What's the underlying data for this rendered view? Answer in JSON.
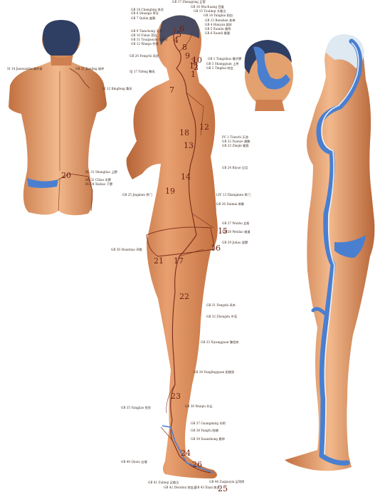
{
  "colors": {
    "skin_light": "#f0b184",
    "skin_mid": "#d98755",
    "skin_dark": "#b56437",
    "hair": "#2f3f63",
    "meridian": "#4a7fd0",
    "channel_line": "#7a2a18",
    "label_text": "#3a2a22"
  },
  "numbers": [
    {
      "id": "n1",
      "text": "1"
    },
    {
      "id": "n2",
      "text": "2"
    },
    {
      "id": "n3",
      "text": "3"
    },
    {
      "id": "n4",
      "text": "4"
    },
    {
      "id": "n5",
      "text": "5"
    },
    {
      "id": "n6",
      "text": "6"
    },
    {
      "id": "n7",
      "text": "7"
    },
    {
      "id": "n8",
      "text": "8"
    },
    {
      "id": "n9",
      "text": "9"
    },
    {
      "id": "n10",
      "text": "10"
    },
    {
      "id": "n11",
      "text": "11"
    },
    {
      "id": "n12",
      "text": "12"
    },
    {
      "id": "n13",
      "text": "13"
    },
    {
      "id": "n14",
      "text": "14"
    },
    {
      "id": "n15",
      "text": "15"
    },
    {
      "id": "n16",
      "text": "16"
    },
    {
      "id": "n17",
      "text": "17"
    },
    {
      "id": "n18",
      "text": "18"
    },
    {
      "id": "n19",
      "text": "19"
    },
    {
      "id": "n20",
      "text": "20"
    },
    {
      "id": "n21",
      "text": "21"
    },
    {
      "id": "n22",
      "text": "22"
    },
    {
      "id": "n23",
      "text": "23"
    },
    {
      "id": "n24",
      "text": "24"
    },
    {
      "id": "n25",
      "text": "25"
    },
    {
      "id": "n26",
      "text": "26"
    }
  ],
  "labels": [
    {
      "id": "a1",
      "text": "GB 17 Zhengying 正营"
    },
    {
      "id": "a2",
      "text": "GB 18 Chengling 承灵"
    },
    {
      "id": "a3",
      "text": "GB 16 Muchuang 目窗"
    },
    {
      "id": "a4",
      "text": "GB 8 Shuaigu 率谷"
    },
    {
      "id": "a5",
      "text": "GB 15 Toulinqi 头临泣"
    },
    {
      "id": "a6",
      "text": "GB 7 Qubin 曲鬓"
    },
    {
      "id": "a7",
      "text": "GB 14 Yangbai 阳白"
    },
    {
      "id": "a8",
      "text": "GB 9 Tianchong 天冲"
    },
    {
      "id": "a9",
      "text": "GB 13 Benshen 本神"
    },
    {
      "id": "a10",
      "text": "GB 10 Fubai 浮白"
    },
    {
      "id": "a11",
      "text": "GB 4 Hanyan 颔厌"
    },
    {
      "id": "a12",
      "text": "GB 11 Touqiaoyin 头窍阴"
    },
    {
      "id": "a13",
      "text": "GB 5 Xuanlu 悬颅"
    },
    {
      "id": "a14",
      "text": "GB 12 Wangu 完骨"
    },
    {
      "id": "a15",
      "text": "GB 6 Xuanli 悬厘"
    },
    {
      "id": "a16",
      "text": "GB 20 Fengchi 风池"
    },
    {
      "id": "a17",
      "text": "GB 1 Tongziliao 瞳子髎"
    },
    {
      "id": "a18",
      "text": "GB 3 Shangguan 上关"
    },
    {
      "id": "a19",
      "text": "GB 2 Tinghui 听会"
    },
    {
      "id": "a20",
      "text": "SJ 17 Yifeng 翳风"
    },
    {
      "id": "a21",
      "text": "SI 14 Jianwaishu 肩外俞"
    },
    {
      "id": "a22",
      "text": "GB 21 Jianjing 肩井"
    },
    {
      "id": "a23",
      "text": "SI 12 Bingfeng 秉风"
    },
    {
      "id": "a24",
      "text": "PC 1 Tianchi 天池"
    },
    {
      "id": "a25",
      "text": "GB 22 Yuanye 渊腋"
    },
    {
      "id": "a26",
      "text": "GB 23 Zhejin 辄筋"
    },
    {
      "id": "a27",
      "text": "GB 24 Riyue 日月"
    },
    {
      "id": "a28",
      "text": "BL 31 Shangliao 上髎"
    },
    {
      "id": "a29",
      "text": "BL 32 Ciliao 次髎"
    },
    {
      "id": "a30",
      "text": "BL 34 Xialiao 下髎"
    },
    {
      "id": "a31",
      "text": "GB 25 Jingmen 京门"
    },
    {
      "id": "a32",
      "text": "LIV 13 Zhangmen 章门"
    },
    {
      "id": "a33",
      "text": "GB 26 Daimai 带脉"
    },
    {
      "id": "a34",
      "text": "GB 27 Wushu 五枢"
    },
    {
      "id": "a35",
      "text": "GB 28 Weidao 维道"
    },
    {
      "id": "a36",
      "text": "GB 29 Juliao 居髎"
    },
    {
      "id": "a37",
      "text": "GB 30 Huantiao 环跳"
    },
    {
      "id": "a38",
      "text": "GB 31 Fengshi 风市"
    },
    {
      "id": "a39",
      "text": "GB 32 Zhongdu 中渎"
    },
    {
      "id": "a40",
      "text": "GB 33 Xiyangguan 膝阳关"
    },
    {
      "id": "a41",
      "text": "GB 34 Yanglingquan 阳陵泉"
    },
    {
      "id": "a42",
      "text": "GB 35 Yangjiao 阳交"
    },
    {
      "id": "a43",
      "text": "GB 36 Waiqiu 外丘"
    },
    {
      "id": "a44",
      "text": "GB 37 Guangming 光明"
    },
    {
      "id": "a45",
      "text": "GB 38 Yangfu 阳辅"
    },
    {
      "id": "a46",
      "text": "GB 39 Xuanzhong 悬钟"
    },
    {
      "id": "a47",
      "text": "GB 40 Qiuxu 丘墟"
    },
    {
      "id": "a48",
      "text": "GB 44 Zuqiaoyin 足窍阴"
    },
    {
      "id": "a49",
      "text": "GB 41 Zulinqi 足临泣"
    },
    {
      "id": "a50",
      "text": "GB 42 Diwuhui 地五会"
    },
    {
      "id": "a51",
      "text": "GB 43 Xiaxi 侠溪"
    }
  ]
}
